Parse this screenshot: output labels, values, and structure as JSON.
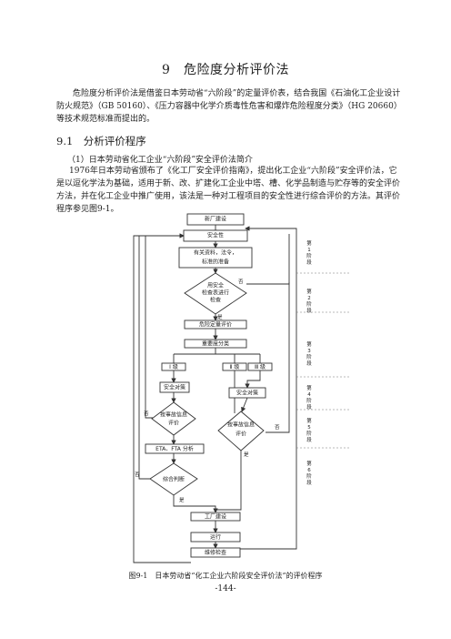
{
  "chapter_title": "9　危险度分析评价法",
  "intro_paragraph": "危险度分析评价法是借鉴日本劳动省“六阶段”的定量评价表，结合我国《石油化工企业设计防火规范》（GB 50160）、《压力容器中化学介质毒性危害和爆炸危险程度分类》（HG 20660）等技术规范标准而提出的。",
  "section_title": "9.1　分析评价程序",
  "subsection_title": "（1）日本劳动省化工企业“六阶段”安全评价法简介",
  "body_paragraph": "1976年日本劳动省颁布了《化工厂安全评价指南》，提出化工企业“六阶段”安全评价法，它是以逗化学法为基础，适用于新、改、扩建化工企业中塔、槽、化学品制造与贮存等的安全评价方法，并在化工企业中推广使用，该法是一种对工程项目的安全性进行综合评价的方法。其评价程序参见图9-1。",
  "flowchart": {
    "nodes": {
      "new_plant": "新厂建设",
      "safety": "安全性",
      "docs_line1": "有关资料，法令，",
      "docs_line2": "标准的准备",
      "checklist_line1": "用安全",
      "checklist_line2": "检查表进行",
      "checklist_line3": "检查",
      "quant_eval": "危险定量评价",
      "severity": "重要度分类",
      "grade1": "Ⅰ 级",
      "grade2": "Ⅱ 级",
      "grade3": "Ⅲ 级",
      "measures_left": "安全对策",
      "measures_right": "安全对策",
      "accident_left_line1": "按事故信息",
      "accident_left_line2": "评价",
      "accident_right_line1": "按事故信息",
      "accident_right_line2": "评价",
      "eta_fta": "ETA、FTA 分析",
      "comprehensive": "综合判断",
      "plant_construction": "工厂建设",
      "operation": "运行",
      "maintenance": "维修检查"
    },
    "labels": {
      "no": "否",
      "yes": "是"
    },
    "stages": [
      "第1阶段",
      "第2阶段",
      "第3阶段",
      "第4阶段",
      "第5阶段",
      "第6阶段"
    ]
  },
  "figure_caption": "图9-1　日本劳动省“化工企业六阶段安全评价法”的评价程序",
  "page_number": "-144-"
}
